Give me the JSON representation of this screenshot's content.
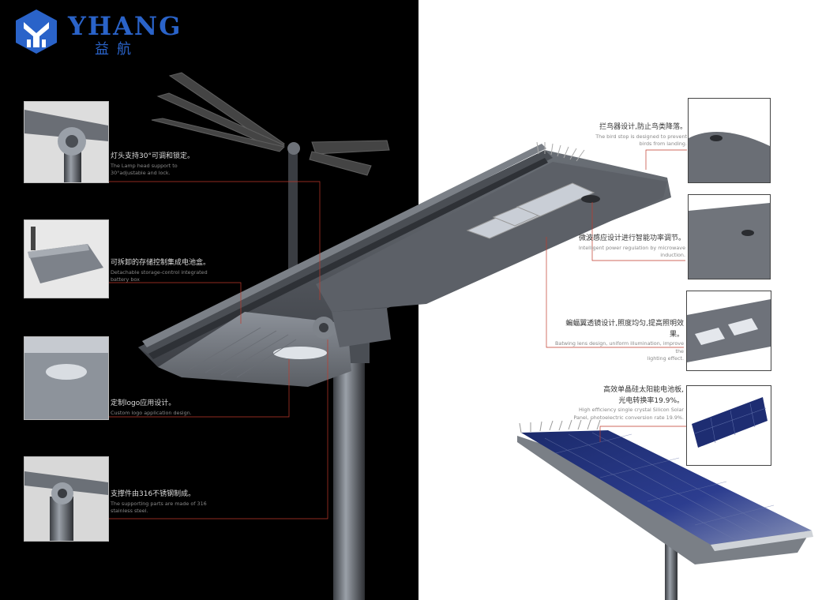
{
  "brand": {
    "name": "YHANG",
    "name_cn": "益航",
    "color": "#2a63c9"
  },
  "left_features": [
    {
      "cn": "灯头支持30°可调和锁定。",
      "en_lines": [
        "The Lamp head support to",
        "30°adjustable and lock."
      ]
    },
    {
      "cn": "可拆卸的存储控制集成电池盒。",
      "en_lines": [
        "Detachable storage-control integrated",
        "battery box"
      ]
    },
    {
      "cn": "定制logo应用设计。",
      "en_lines": [
        "Custom logo application design."
      ]
    },
    {
      "cn": "支撑件由316不锈钢制成。",
      "en_lines": [
        "The supporting parts are made of 316",
        "stainless steel."
      ]
    }
  ],
  "right_features": [
    {
      "cn": "拦鸟器设计,防止鸟类降落。",
      "en_lines": [
        "The bird stop is designed to prevent",
        "birds from landing."
      ]
    },
    {
      "cn": "微波感应设计进行智能功率调节。",
      "en_lines": [
        "Intelligent power regulation by microwave",
        "induction."
      ]
    },
    {
      "cn": "蝙蝠翼透镜设计,照度均匀,提高照明效果。",
      "en_lines": [
        "Batwing lens design, uniform illumination, improve the",
        "lighting effect."
      ]
    },
    {
      "cn_lines": [
        "高效单晶硅太阳能电池板,",
        "光电转换率19.9%。"
      ],
      "en_lines": [
        "High efficiency single crystal Silicon Solar",
        "Panel, photoelectric conversion rate 19.9%."
      ]
    }
  ],
  "colors": {
    "left_bg": "#000000",
    "right_bg": "#ffffff",
    "leader_line": "#c0392b",
    "lamp_body": "#5a5e64"
  },
  "icons": [
    "brand-logo-icon"
  ]
}
